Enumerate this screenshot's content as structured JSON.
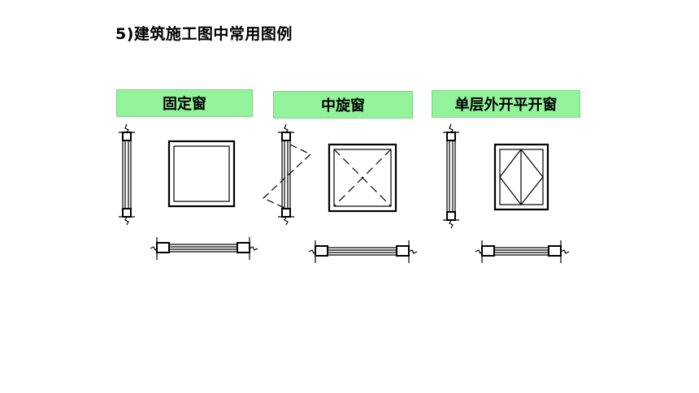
{
  "page": {
    "title": "5)建筑施工图中常用图例"
  },
  "legend_items": [
    {
      "label": "固定窗",
      "symbol": "fixed-window"
    },
    {
      "label": "中旋窗",
      "symbol": "center-pivot-window"
    },
    {
      "label": "单层外开平开窗",
      "symbol": "single-outward-casement-window"
    }
  ],
  "colors": {
    "label_background": "#92f39a",
    "line": "#000000",
    "background": "#ffffff"
  }
}
